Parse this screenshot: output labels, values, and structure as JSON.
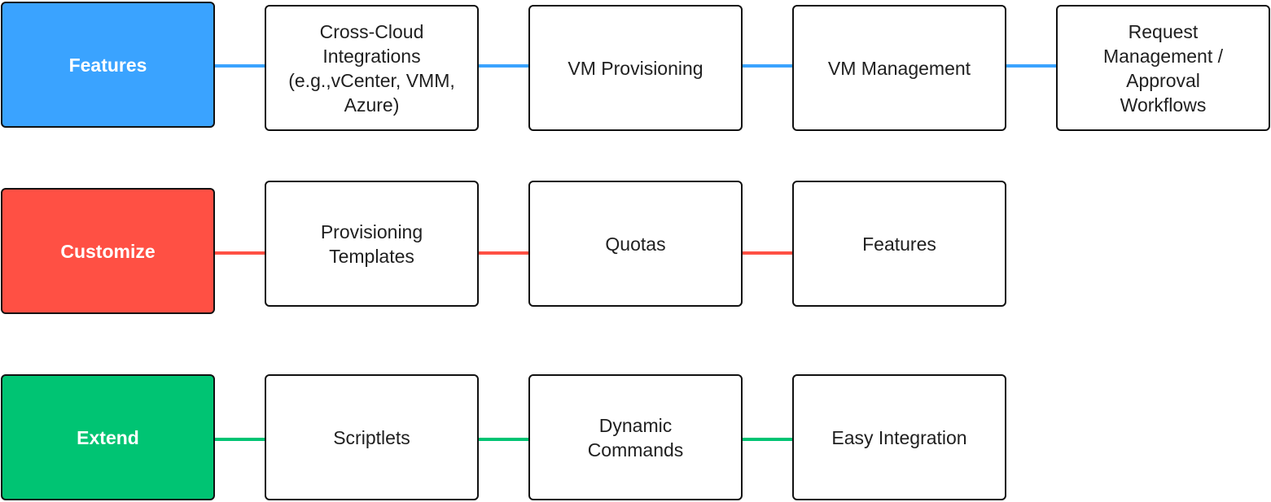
{
  "rows": [
    {
      "category": "Features",
      "color": "#3aa3ff",
      "items": [
        "Cross-Cloud\nIntegrations\n(e.g.,vCenter, VMM,\nAzure)",
        "VM Provisioning",
        "VM Management",
        "Request\nManagement /\nApproval\nWorkflows"
      ]
    },
    {
      "category": "Customize",
      "color": "#ff5044",
      "items": [
        "Provisioning\nTemplates",
        "Quotas",
        "Features"
      ]
    },
    {
      "category": "Extend",
      "color": "#00c473",
      "items": [
        "Scriptlets",
        "Dynamic\nCommands",
        "Easy Integration"
      ]
    }
  ]
}
